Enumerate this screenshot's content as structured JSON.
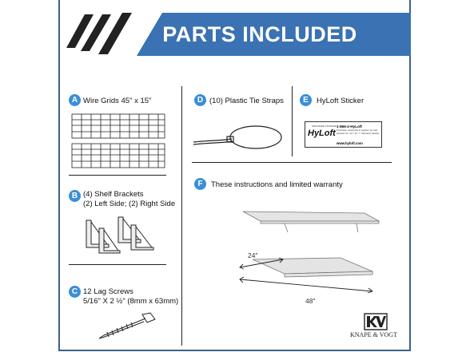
{
  "banner": {
    "title": "PARTS INCLUDED"
  },
  "parts": {
    "a": {
      "letter": "A",
      "label": "Wire Grids 45\" x 15\""
    },
    "b": {
      "letter": "B",
      "line1": "(4) Shelf Brackets",
      "line2": "(2) Left Side; (2) Right Side"
    },
    "c": {
      "letter": "C",
      "line1": "12 Lag Screws",
      "line2": "5/16\" X 2 ½\" (8mm x 63mm)"
    },
    "d": {
      "letter": "D",
      "label": "(10) Plastic Tie Straps"
    },
    "e": {
      "letter": "E",
      "label": "HyLoft Sticker"
    },
    "f": {
      "letter": "F",
      "label": "These instructions and limited warranty"
    }
  },
  "sticker": {
    "brand": "HyLoft",
    "phone": "1-866-2-HyLoft",
    "fine_print": "Purchase, assemble & register. E-mail shelves 11 / 12 / 11 / 7. Warranty details.",
    "website": "www.hyloft.com",
    "tagline": "ORGANIZE STORAGE"
  },
  "dimensions": {
    "depth": "24\"",
    "width": "48\""
  },
  "footer": {
    "company": "KNAPE & VOGT",
    "logo_text": "KV"
  },
  "colors": {
    "banner": "#3a72b3",
    "frame": "#3f5f82",
    "badge": "#3a8fd6"
  }
}
